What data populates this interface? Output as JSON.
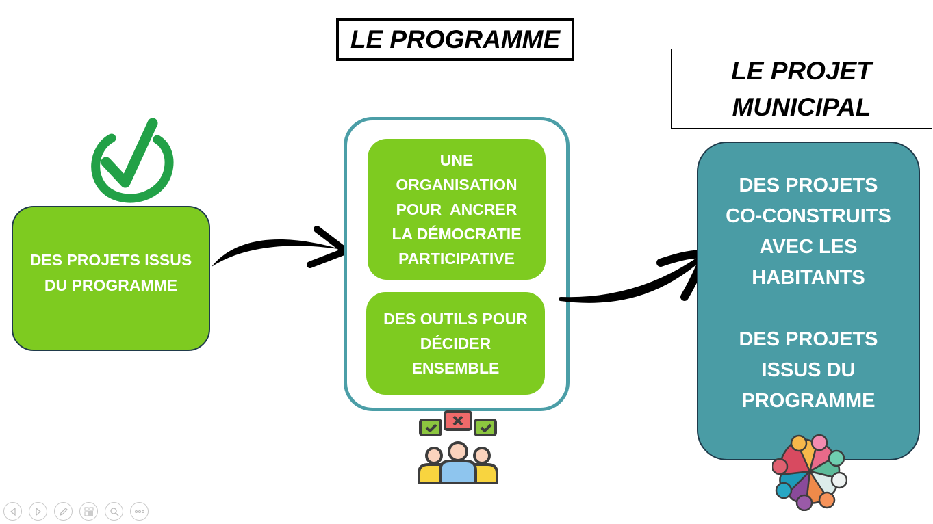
{
  "header": {
    "title": "LE PROGRAMME"
  },
  "right_title": {
    "lines": [
      "LE PROJET",
      "MUNICIPAL"
    ]
  },
  "left_box": {
    "lines": [
      "DES PROJETS ISSUS",
      "DU PROGRAMME"
    ],
    "icon": "checkmark-circle-icon"
  },
  "center": {
    "box1": {
      "lines": [
        "UNE",
        "ORGANISATION",
        "POUR  ANCRER",
        "LA DÉMOCRATIE",
        "PARTICIPATIVE"
      ]
    },
    "box2": {
      "lines": [
        "DES OUTILS POUR",
        "DÉCIDER",
        "ENSEMBLE"
      ]
    },
    "icon": "group-voting-icon"
  },
  "right_box": {
    "group1": [
      "DES PROJETS",
      "CO-CONSTRUITS",
      "AVEC LES",
      "HABITANTS"
    ],
    "group2": [
      "DES PROJETS",
      "ISSUS DU",
      "PROGRAMME"
    ],
    "icon": "community-circle-icon"
  },
  "colors": {
    "green": "#7ecb20",
    "teal": "#4a9ca5",
    "teal_border": "#4b9ea7",
    "dark_border": "#1f3a4a",
    "check_green": "#22a147"
  },
  "nav": [
    "previous-icon",
    "next-icon",
    "pen-icon",
    "slides-grid-icon",
    "zoom-icon",
    "more-icon"
  ]
}
